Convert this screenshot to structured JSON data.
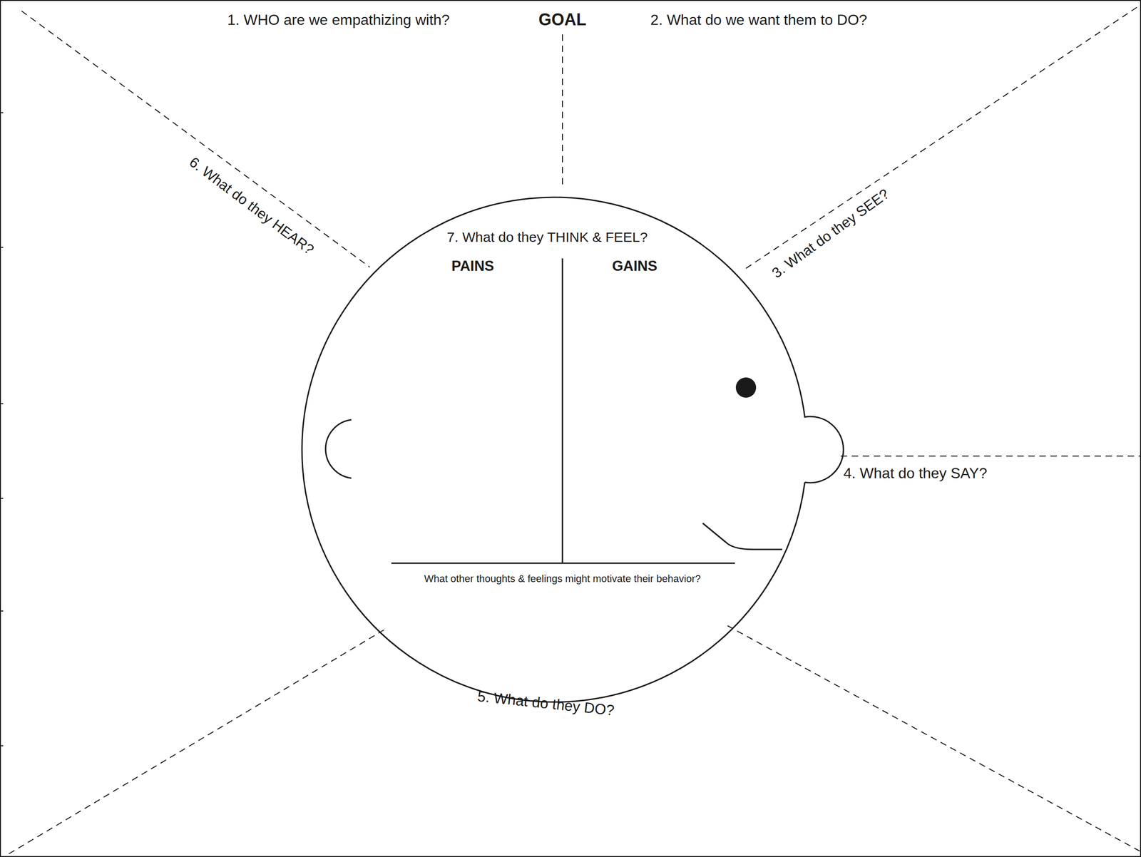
{
  "diagram": {
    "nodes": [
      {
        "text": [
          "7. What do they THINK & FEEL?",
          "PAINS",
          "GAINS",
          "What other thoughts & feelings might motivate their behavior?"
        ]
      }
    ],
    "labels": [
      "1. WHO are we empathizing with?",
      "GOAL",
      "2. What do we want them to DO?",
      "6. What do they HEAR?",
      "3. What do they SEE?",
      "4. What do they SAY?",
      "5. What do they DO?"
    ]
  }
}
